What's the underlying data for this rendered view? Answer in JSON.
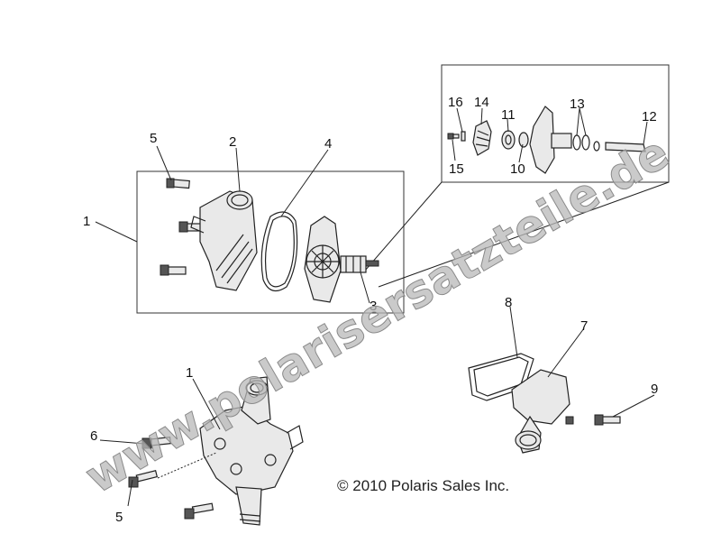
{
  "diagram": {
    "callouts": [
      "1",
      "2",
      "3",
      "4",
      "5",
      "1",
      "5",
      "6",
      "7",
      "8",
      "9",
      "10",
      "11",
      "12",
      "13",
      "14",
      "15",
      "16"
    ],
    "copyright": "© 2010 Polaris Sales Inc.",
    "watermark": "www.polarisersatzteile.de"
  }
}
